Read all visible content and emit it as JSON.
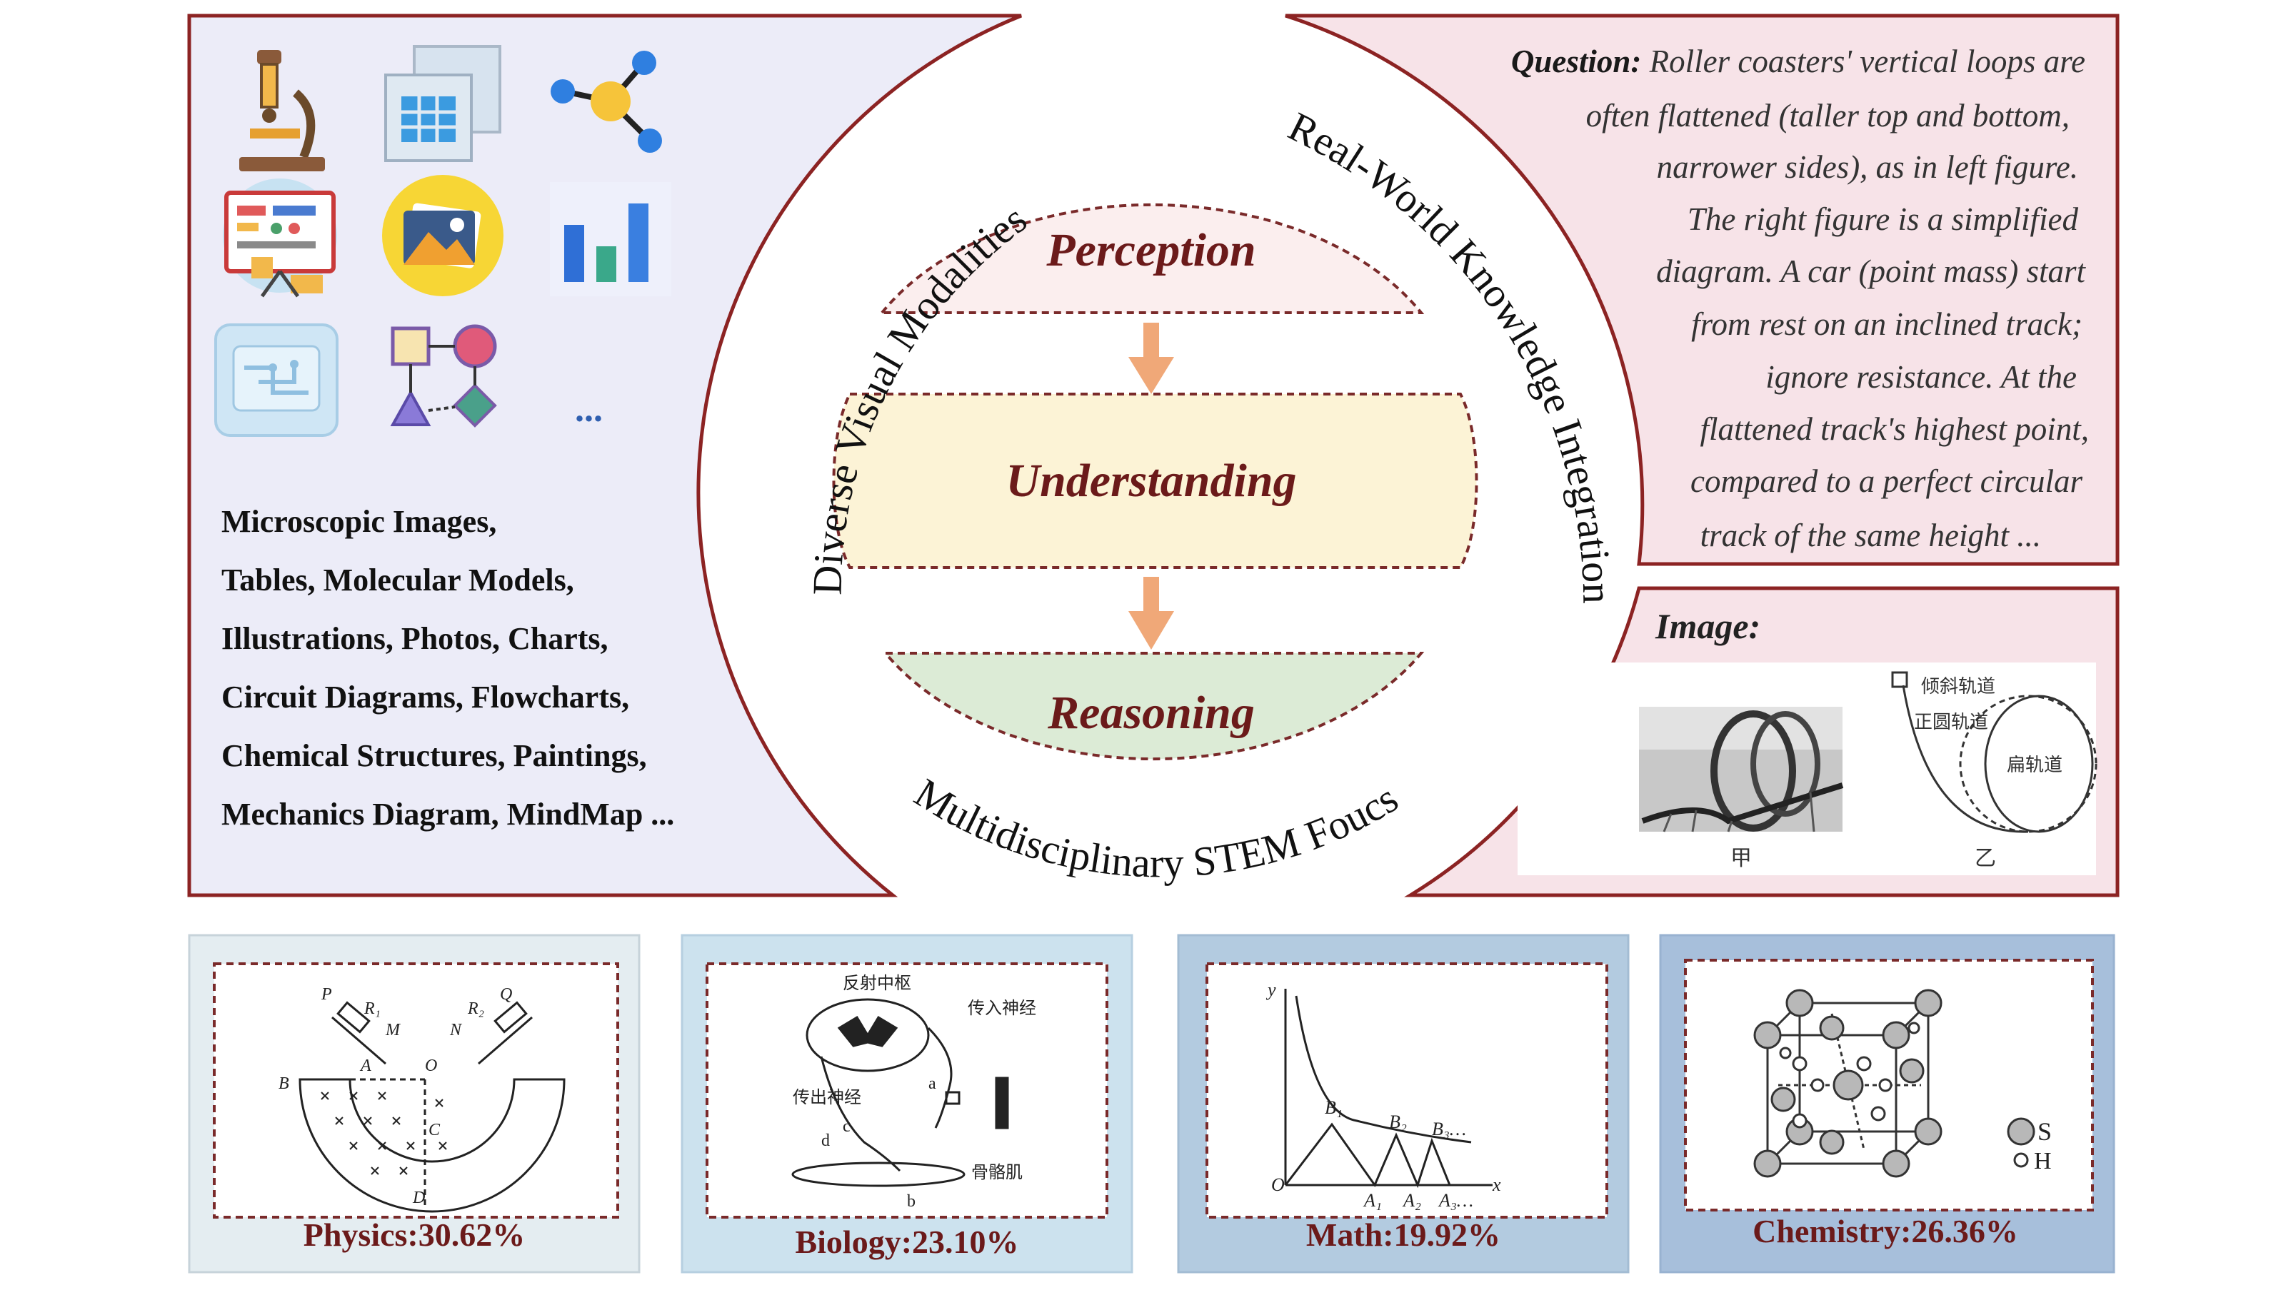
{
  "left_panel": {
    "icons": [
      "microscope-icon",
      "tables-icon",
      "molecule-icon",
      "illustration-icon",
      "photo-icon",
      "bar-chart-icon",
      "circuit-icon",
      "flowchart-icon",
      "more-icon"
    ],
    "more_label": "...",
    "modality_lines": [
      "Microscopic Images,",
      "Tables, Molecular Models,",
      "Illustrations, Photos, Charts,",
      "Circuit Diagrams, Flowcharts,",
      "Chemical Structures, Paintings,",
      "Mechanics Diagram, MindMap ..."
    ]
  },
  "center": {
    "arc_left": "Diverse Visual Modalities",
    "arc_right": "Real-World Knowledge Integration",
    "arc_bottom": "Multidisciplinary STEM Foucs",
    "stages": [
      "Perception",
      "Understanding",
      "Reasoning"
    ],
    "colors": {
      "perception": "#fbeeee",
      "understanding": "#fcf3d6",
      "reasoning": "#dcebd6",
      "arrow": "#f0a878"
    }
  },
  "question_panel": {
    "label": "Question:",
    "lines": [
      "Roller coasters' vertical loops are",
      "often flattened (taller top and bottom,",
      "narrower sides), as in left figure.",
      "The right figure is a simplified",
      "diagram. A car (point mass) start",
      "from rest on an inclined track;",
      "ignore resistance. At the",
      "flattened track's highest point,",
      "compared to a perfect circular",
      "track of the same height ..."
    ]
  },
  "image_panel": {
    "label": "Image:",
    "left_caption": "甲",
    "right_caption": "乙",
    "track_labels": [
      "倾斜轨道",
      "正圆轨道",
      "扁轨道"
    ]
  },
  "subjects": [
    {
      "name": "Physics",
      "pct": "30.62%",
      "label": "Physics:30.62%",
      "bg": "#e4edf1"
    },
    {
      "name": "Biology",
      "pct": "23.10%",
      "label": "Biology:23.10%",
      "bg": "#cce2ee"
    },
    {
      "name": "Math",
      "pct": "19.92%",
      "label": "Math:19.92%",
      "bg": "#b3cbe0"
    },
    {
      "name": "Chemistry",
      "pct": "26.36%",
      "label": "Chemistry:26.36%",
      "bg": "#a7bfdb"
    }
  ],
  "physics_fig": {
    "labels": [
      "P",
      "Q",
      "R₁",
      "R₂",
      "M",
      "N",
      "A",
      "O",
      "B",
      "C",
      "D"
    ]
  },
  "biology_fig": {
    "labels": [
      "反射中枢",
      "传入神经",
      "传出神经",
      "骨骼肌",
      "a",
      "b",
      "c",
      "d"
    ]
  },
  "math_fig": {
    "labels": [
      "y",
      "x",
      "O",
      "B₁",
      "B₂",
      "B₃…",
      "A₁",
      "A₂",
      "A₃…"
    ]
  },
  "chemistry_fig": {
    "legend": [
      "S",
      "H"
    ]
  }
}
